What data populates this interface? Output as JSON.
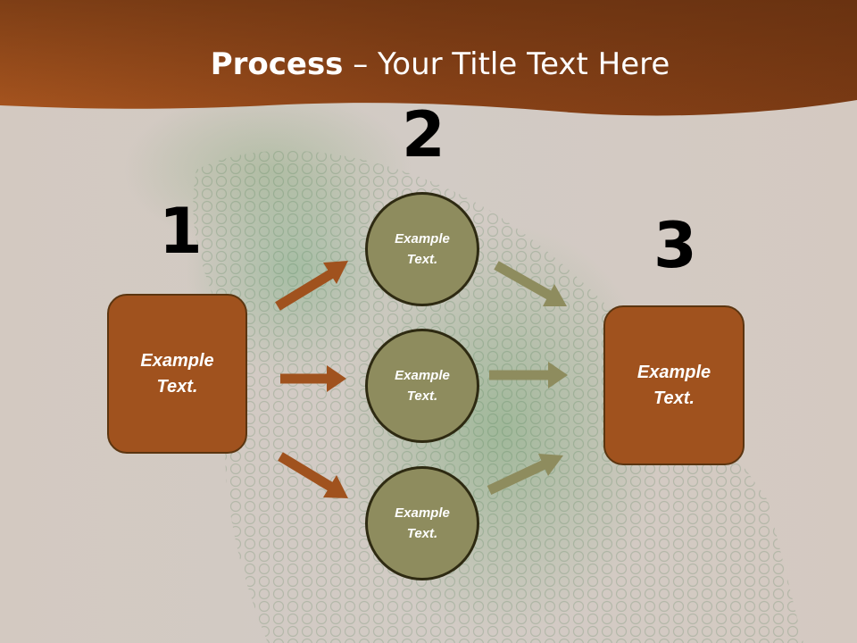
{
  "slide": {
    "title_bold": "Process",
    "title_rest": " – Your Title Text Here",
    "colors": {
      "banner": "#a0521e",
      "box": "#a0521e",
      "circle": "#8e8c5e",
      "arrow_left": "#a0521e",
      "arrow_right": "#8e8c5e"
    }
  },
  "steps": {
    "num1": "1",
    "num2": "2",
    "num3": "3"
  },
  "left_box": {
    "label": "Example\nText."
  },
  "right_box": {
    "label": "Example\nText."
  },
  "circles": [
    {
      "label": "Example\nText."
    },
    {
      "label": "Example\nText."
    },
    {
      "label": "Example\nText."
    }
  ],
  "icons": [
    "arrow-icon"
  ]
}
